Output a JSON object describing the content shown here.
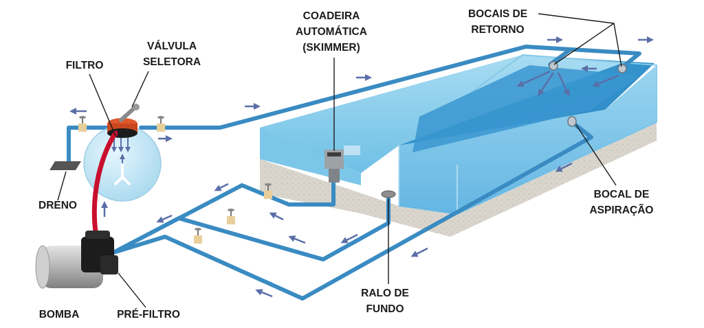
{
  "labels": {
    "coadeira_l1": "COADEIRA",
    "coadeira_l2": "AUTOMÁTICA",
    "coadeira_l3": "(SKIMMER)",
    "bocais_l1": "BOCAIS DE",
    "bocais_l2": "RETORNO",
    "valvula_l1": "VÁLVULA",
    "valvula_l2": "SELETORA",
    "filtro": "FILTRO",
    "dreno": "DRENO",
    "bocal_aspiracao_l1": "BOCAL DE",
    "bocal_aspiracao_l2": "ASPIRAÇÃO",
    "ralo_l1": "RALO DE",
    "ralo_l2": "FUNDO",
    "bomba": "BOMBA",
    "pre_filtro": "PRÉ-FILTRO"
  },
  "colors": {
    "pipe": "#3a8bc2",
    "water_light": "#9fd6ef",
    "water_mid": "#5bb3df",
    "water_deep": "#2f8ec8",
    "concrete": "#d8d4cc",
    "arrow": "#5a6ea8",
    "hose": "#c8102e",
    "filter_tank": "#c7e7f5",
    "valve": "#e0582a",
    "pump_body": "#b9b9b9",
    "prefilter": "#1c1c1c",
    "text": "#1a1a1a"
  },
  "icons": [
    "valve-handle-icon",
    "gate-valve-icon",
    "flow-arrow-icon",
    "drain-icon"
  ]
}
